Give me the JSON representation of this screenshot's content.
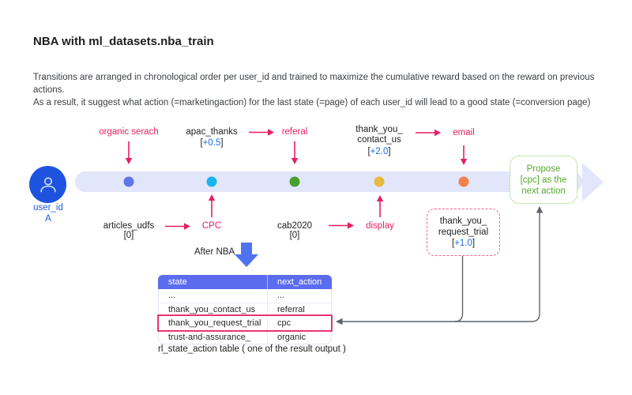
{
  "header": {
    "title": "NBA with ml_datasets.nba_train"
  },
  "description": {
    "line1": "Transitions are arranged in chronological order per user_id and trained to maximize the cumulative reward based on the reward on previous actions.",
    "line2": "As a result, it suggest what action (=marketingaction) for the last state (=page) of each user_id will lead to a good state (=conversion page)"
  },
  "user": {
    "label": "user_id\nA"
  },
  "timeline": {
    "dots": [
      {
        "name": "organic-search-dot",
        "color": "#6374e8"
      },
      {
        "name": "cpc-dot",
        "color": "#1ab5ee"
      },
      {
        "name": "referal-dot",
        "color": "#47a02c"
      },
      {
        "name": "display-dot",
        "color": "#e8ba3e"
      },
      {
        "name": "email-dot",
        "color": "#f2814a"
      }
    ],
    "top_labels": {
      "organic": "organic serach",
      "apac": "apac_thanks",
      "apac_reward": {
        "open": "[",
        "value": "+0.5",
        "close": "]"
      },
      "referal": "referal",
      "thankyou_contact": "thank_you_\ncontact_us",
      "thankyou_contact_reward": {
        "open": "[",
        "value": "+2.0",
        "close": "]"
      },
      "email": "email"
    },
    "bottom_labels": {
      "articles": "articles_udfs",
      "articles_reward": "[0]",
      "cpc": "CPC",
      "cab": "cab2020",
      "cab_reward": "[0]",
      "display": "display"
    }
  },
  "request_trial_box": {
    "label": "thank_you_\nrequest_trial",
    "reward": {
      "open": "[",
      "value": "+1.0",
      "close": "]"
    }
  },
  "propose_box": {
    "label": "Propose\n[cpc] as the\nnext action"
  },
  "after_nba": {
    "label": "After NBA"
  },
  "table": {
    "headers": {
      "state": "state",
      "next_action": "next_action"
    },
    "rows": [
      {
        "state": "...",
        "next_action": "..."
      },
      {
        "state": "thank_you_contact_us",
        "next_action": "referral"
      },
      {
        "state": "thank_you_request_trial",
        "next_action": "cpc"
      },
      {
        "state": "trust-and-assurance_",
        "next_action": "organic"
      }
    ],
    "caption": "rl_state_action table ( one of the result output )"
  },
  "colors": {
    "accent_red": "#e81f5e",
    "reward_blue": "#1a6ce8",
    "timeline_bar": "#e1e6fa",
    "avatar_blue": "#1d53de",
    "user_label_blue": "#1e5ae0",
    "table_header_blue": "#5c6cee",
    "after_nba_arrow_blue": "#4f73f0",
    "propose_green": "#55a82c",
    "propose_border_green": "#8ec85e",
    "request_trial_border_pink": "#f0628e",
    "connector_gray": "#5f6368"
  }
}
